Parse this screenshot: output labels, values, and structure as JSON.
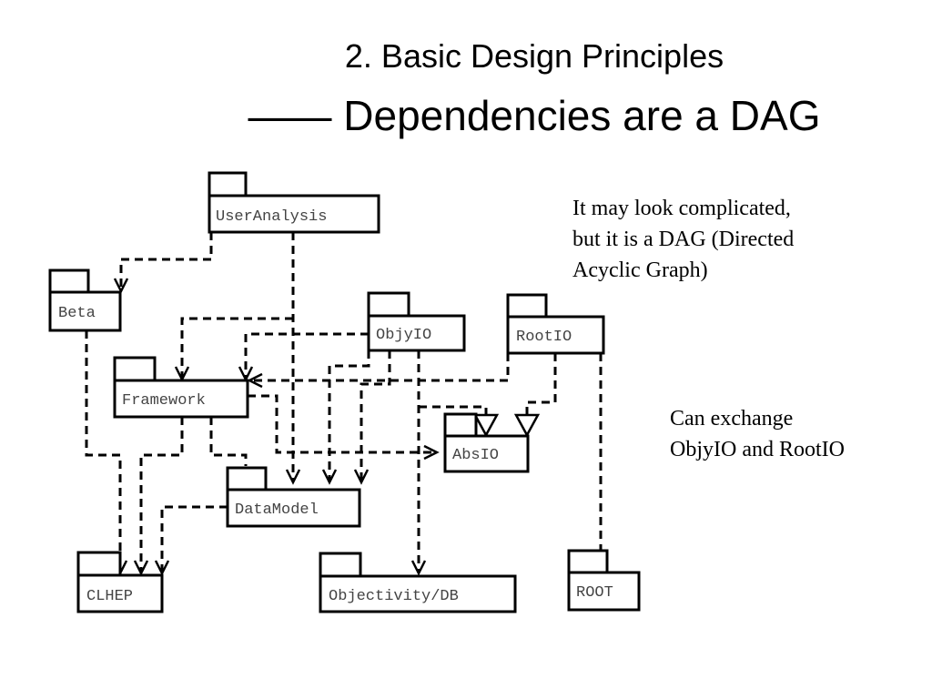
{
  "title": {
    "line1": "2. Basic Design Principles",
    "line2": "—— Dependencies are a DAG"
  },
  "notes": {
    "dag": [
      "It may look complicated,",
      "but it is a DAG (Directed",
      "Acyclic Graph)"
    ],
    "exchange": [
      "Can exchange",
      "ObjyIO and RootIO"
    ]
  },
  "packages": {
    "useranalysis": "UserAnalysis",
    "beta": "Beta",
    "objyio": "ObjyIO",
    "rootio": "RootIO",
    "framework": "Framework",
    "absio": "AbsIO",
    "datamodel": "DataModel",
    "clhep": "CLHEP",
    "objectivity": "Objectivity/DB",
    "root": "ROOT"
  }
}
